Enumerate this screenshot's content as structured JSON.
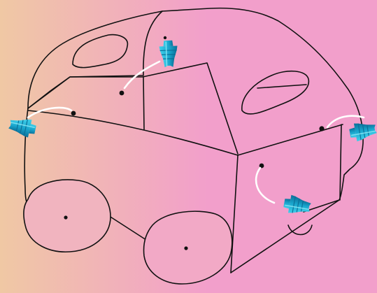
{
  "colors": {
    "background_left": "#f0c8a4",
    "background_right": "#f29fcb",
    "outline": "#111111",
    "anchor_light": "#3fd0ea",
    "anchor_mid": "#19a5cc",
    "anchor_dark": "#0b6f98",
    "string": "#ffffff"
  },
  "illustration": {
    "subject": "van-outline",
    "anchor_icon": "wall-anchor-icon",
    "anchor_count": 4,
    "hole_count": 6
  }
}
